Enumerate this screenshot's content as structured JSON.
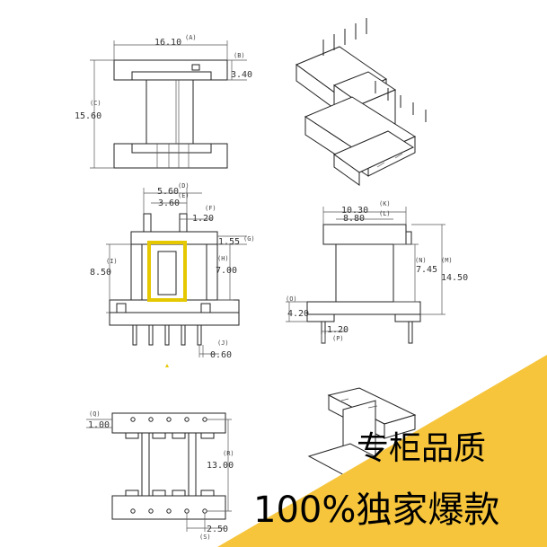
{
  "dimensions": {
    "A": {
      "tag": "(A)",
      "value": "16.10"
    },
    "B": {
      "tag": "(B)",
      "value": "3.40"
    },
    "C": {
      "tag": "(C)",
      "value": "15.60"
    },
    "D": {
      "tag": "(D)",
      "value": "5.60"
    },
    "E": {
      "tag": "(E)",
      "value": "3.60"
    },
    "F": {
      "tag": "(F)",
      "value": "1.20"
    },
    "G": {
      "tag": "(G)",
      "value": "1.55"
    },
    "H": {
      "tag": "(H)",
      "value": "7.00"
    },
    "I": {
      "tag": "(I)",
      "value": "8.50"
    },
    "J": {
      "tag": "(J)",
      "value": "0.60"
    },
    "K": {
      "tag": "(K)",
      "value": "10.30"
    },
    "L": {
      "tag": "(L)",
      "value": "8.80"
    },
    "M": {
      "tag": "(M)",
      "value": "14.50"
    },
    "N": {
      "tag": "(N)",
      "value": "7.45"
    },
    "O": {
      "tag": "(O)",
      "value": "4.20"
    },
    "P": {
      "tag": "(P)",
      "value": "1.20"
    },
    "Q": {
      "tag": "(Q)",
      "value": "1.00"
    },
    "R": {
      "tag": "(R)",
      "value": "13.00"
    },
    "S": {
      "tag": "(S)",
      "value": "2.50"
    }
  },
  "banner": {
    "line1": "专柜品质",
    "line2": "100%独家爆款",
    "color": "#f6c53c"
  }
}
